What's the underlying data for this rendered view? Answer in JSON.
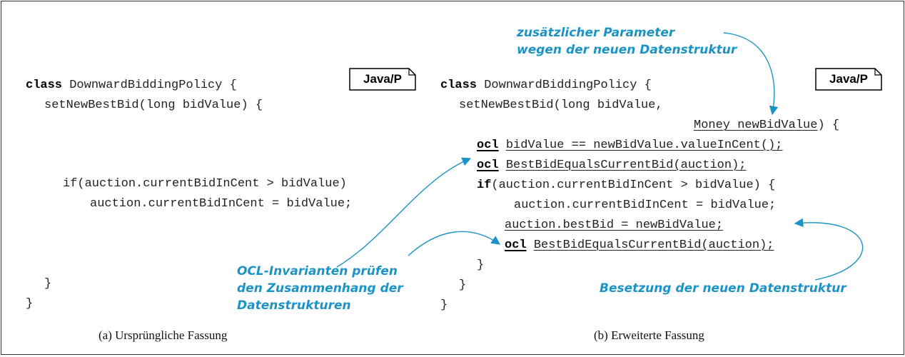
{
  "left": {
    "tag": "Java/P",
    "lines": [
      {
        "kw": "class",
        "rest": " DownwardBiddingPolicy {"
      },
      {
        "text": "setNewBestBid(long bidValue) {"
      },
      {
        "text": "if(auction.currentBidInCent > bidValue)"
      },
      {
        "text": "auction.currentBidInCent = bidValue;"
      },
      {
        "text": "}"
      },
      {
        "text": "}"
      }
    ],
    "caption": "(a) Ursprüngliche Fassung"
  },
  "right": {
    "tag": "Java/P",
    "line1_kw": "class",
    "line1_rest": " DownwardBiddingPolicy {",
    "line2": "setNewBestBid(long bidValue,",
    "line3_ul": "Money newBidValue",
    "line3_rest": ") {",
    "ocl": "ocl",
    "line4_ul": "bidValue == newBidValue.valueInCent();",
    "line5_ul": "BestBidEqualsCurrentBid(auction);",
    "line6_kw": "if",
    "line6_rest": "(auction.currentBidInCent > bidValue) {",
    "line7": "auction.currentBidInCent = bidValue;",
    "line8_ul": "auction.bestBid = newBidValue;",
    "line9_ul": "BestBidEqualsCurrentBid(auction);",
    "line10": "}",
    "line11": "}",
    "line12": "}",
    "caption": "(b) Erweiterte Fassung"
  },
  "notes": {
    "param": "zusätzlicher Parameter\nwegen der neuen Datenstruktur",
    "ocl": "OCL-Invarianten prüfen\nden Zusammenhang der\nDatenstrukturen",
    "assign": "Besetzung der neuen Datenstruktur"
  },
  "colors": {
    "annotation": "#1a93c6",
    "code": "#222222"
  }
}
